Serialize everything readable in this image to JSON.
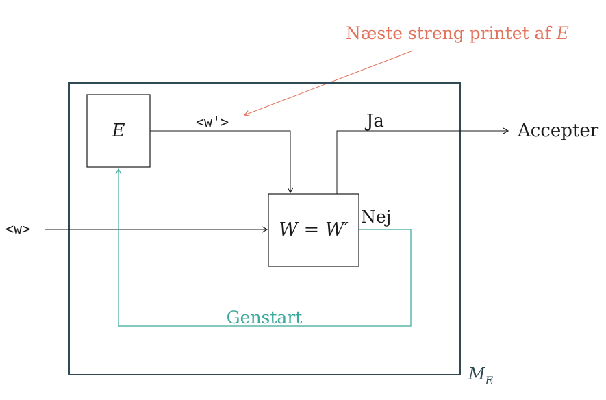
{
  "colors": {
    "outer_box": "#2f4a52",
    "black": "#1a1a1a",
    "annotation": "#e2725b",
    "feedback": "#3aa89a"
  },
  "labels": {
    "annotation_prefix": "Næste streng printet af ",
    "annotation_var": "E",
    "enumerator": "E",
    "w_prime_input": "<w'>",
    "input": "<w>",
    "compare": "W = W′",
    "yes": "Ja",
    "no": "Nej",
    "accept": "Accepter",
    "restart": "Genstart",
    "machine_name": "M",
    "machine_subscript": "E"
  }
}
